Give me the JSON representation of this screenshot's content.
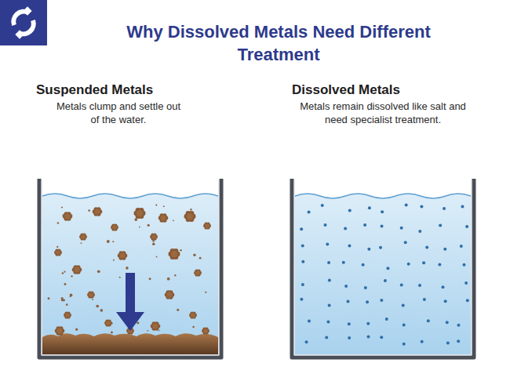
{
  "diagram": {
    "title": "Why Dissolved Metals Need Different Treatment",
    "nodes": [
      {
        "text": [
          "Suspended Metals",
          "Metals clump and settle out of the water."
        ]
      },
      {
        "text": [
          "Dissolved Metals",
          "Metals remain dissolved like salt and need specialist treatment."
        ]
      }
    ]
  }
}
